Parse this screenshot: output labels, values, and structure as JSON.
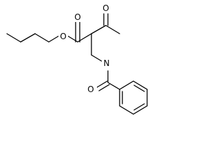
{
  "structure": {
    "atoms": [
      {
        "id": "ester_o1",
        "symbol": "O"
      },
      {
        "id": "ester_o2",
        "symbol": "O"
      },
      {
        "id": "ketone_o",
        "symbol": "O"
      },
      {
        "id": "amide_n",
        "symbol": "N"
      },
      {
        "id": "amide_o",
        "symbol": "O"
      }
    ],
    "colors": {
      "bond": "#000000",
      "label": "#000000",
      "background": "#ffffff"
    }
  }
}
